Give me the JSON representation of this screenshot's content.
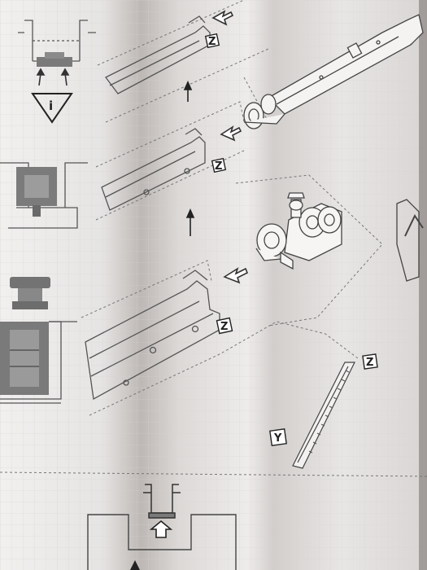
{
  "sheet": {
    "paper_color": "#e9e7e6",
    "fold_shadow_color": "#c9c5c3",
    "line_color": "#444444",
    "part_fill_dark": "#6d6d6d"
  },
  "callouts": {
    "step_1_label": "Z",
    "step_2_label": "Z",
    "step_3_label": "Z",
    "step_4_label": "Z",
    "step_5_label": "Y",
    "warning_mark": "i"
  },
  "icons": [
    "warning-triangle-icon",
    "up-arrow-icon",
    "insert-arrow-icon",
    "track-profile-illustration",
    "roller-carriage-illustration",
    "gear-rack-illustration"
  ]
}
